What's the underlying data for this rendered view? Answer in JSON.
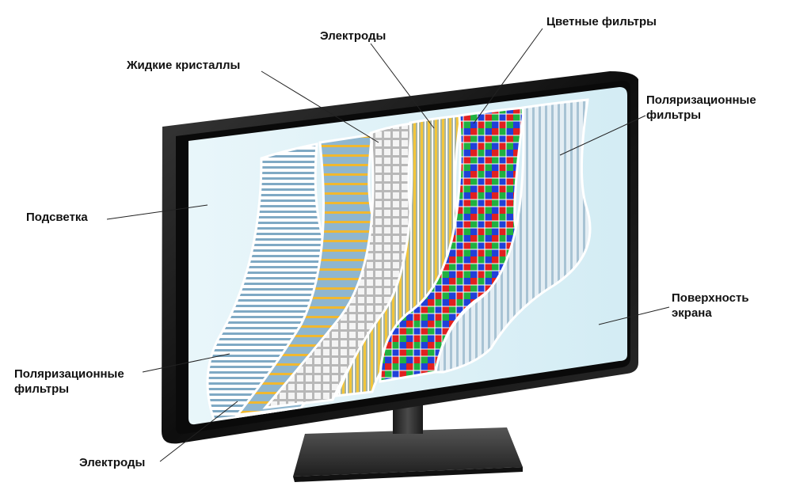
{
  "labels": {
    "backlight": "Подсветка",
    "polarizer_left_l1": "Поляризационные",
    "polarizer_left_l2": "фильтры",
    "electrodes_bottom": "Электроды",
    "liquid_crystals": "Жидкие кристаллы",
    "electrodes_top": "Электроды",
    "color_filters": "Цветные фильтры",
    "polarizer_right_l1": "Поляризационные",
    "polarizer_right_l2": "фильтры",
    "screen_surface_l1": "Поверхность",
    "screen_surface_l2": "экрана"
  },
  "colors": {
    "bezel": "#1a1a1a",
    "backlight": "#e4f3f8",
    "polarizer_stripe": "#7fa9c4",
    "electrode_stripe": "#f0b830",
    "filter_red": "#e02020",
    "filter_green": "#20b040",
    "filter_blue": "#2040d8"
  }
}
